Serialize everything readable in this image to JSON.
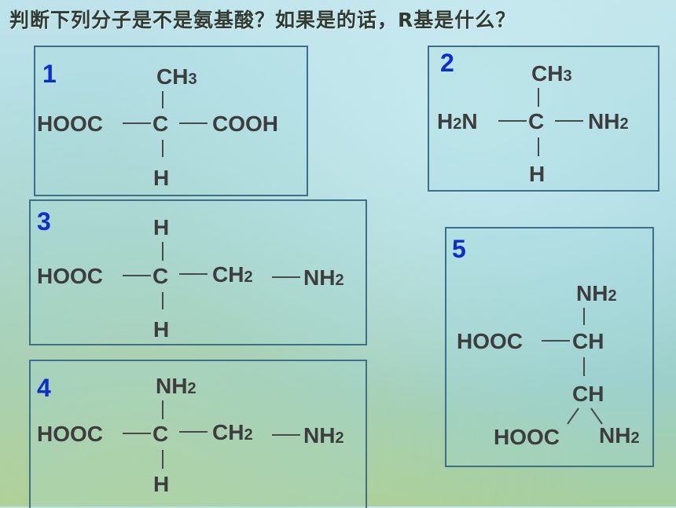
{
  "title": "判断下列分子是不是氨基酸？如果是的话，R基是什么？",
  "m1": {
    "num": "1",
    "top": "CH3",
    "left": "HOOC",
    "center": "C",
    "right": "COOH",
    "bottom": "H"
  },
  "m2": {
    "num": "2",
    "top": "CH3",
    "left": "H2N",
    "center": "C",
    "right": "NH2",
    "bottom": "H"
  },
  "m3": {
    "num": "3",
    "top": "H",
    "left": "HOOC",
    "center": "C",
    "right": "CH2",
    "far": "NH2",
    "bottom": "H"
  },
  "m4": {
    "num": "4",
    "top": "NH2",
    "left": "HOOC",
    "center": "C",
    "right": "CH2",
    "far": "NH2",
    "bottom": "H"
  },
  "m5": {
    "num": "5",
    "top": "NH2",
    "left": "HOOC",
    "center": "CH",
    "middle": "CH",
    "lower_left": "HOOC",
    "lower_right": "NH2"
  }
}
